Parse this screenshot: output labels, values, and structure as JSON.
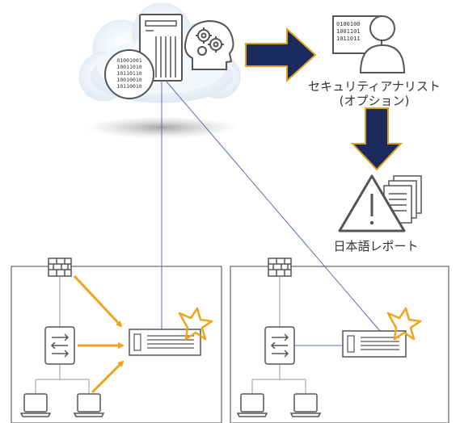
{
  "analyst": {
    "title": "セキュリティアナリスト",
    "subtitle": "(オプション)"
  },
  "report": {
    "label": "日本語レポート"
  },
  "binary_text": {
    "server_circle": [
      "01001001",
      "10011010",
      "10110110",
      "10010010",
      "10110010"
    ],
    "analyst_monitor": [
      "0100100",
      "1001101",
      "1011011"
    ]
  },
  "colors": {
    "navy": "#1a2a5c",
    "gold": "#d9a31c",
    "orange": "#f0a31c",
    "line_blue": "#5b6fb0",
    "icon_gray": "#555555",
    "cloud": "#e9f0f8"
  },
  "icons": {
    "cloud": "cloud-icon",
    "server": "server-icon",
    "brain": "brain-gears-icon",
    "analyst": "analyst-icon",
    "warning": "warning-icon",
    "firewall": "firewall-icon",
    "switch": "switch-icon",
    "sensor": "sensor-appliance-icon",
    "laptop": "laptop-icon"
  }
}
